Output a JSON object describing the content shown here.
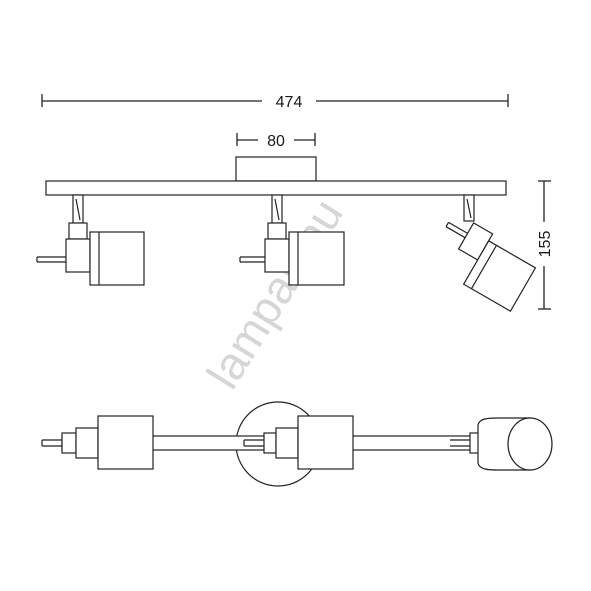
{
  "dimensions": {
    "total_width": "474",
    "base_width": "80",
    "height": "155"
  },
  "watermark": "lampak.hu"
}
